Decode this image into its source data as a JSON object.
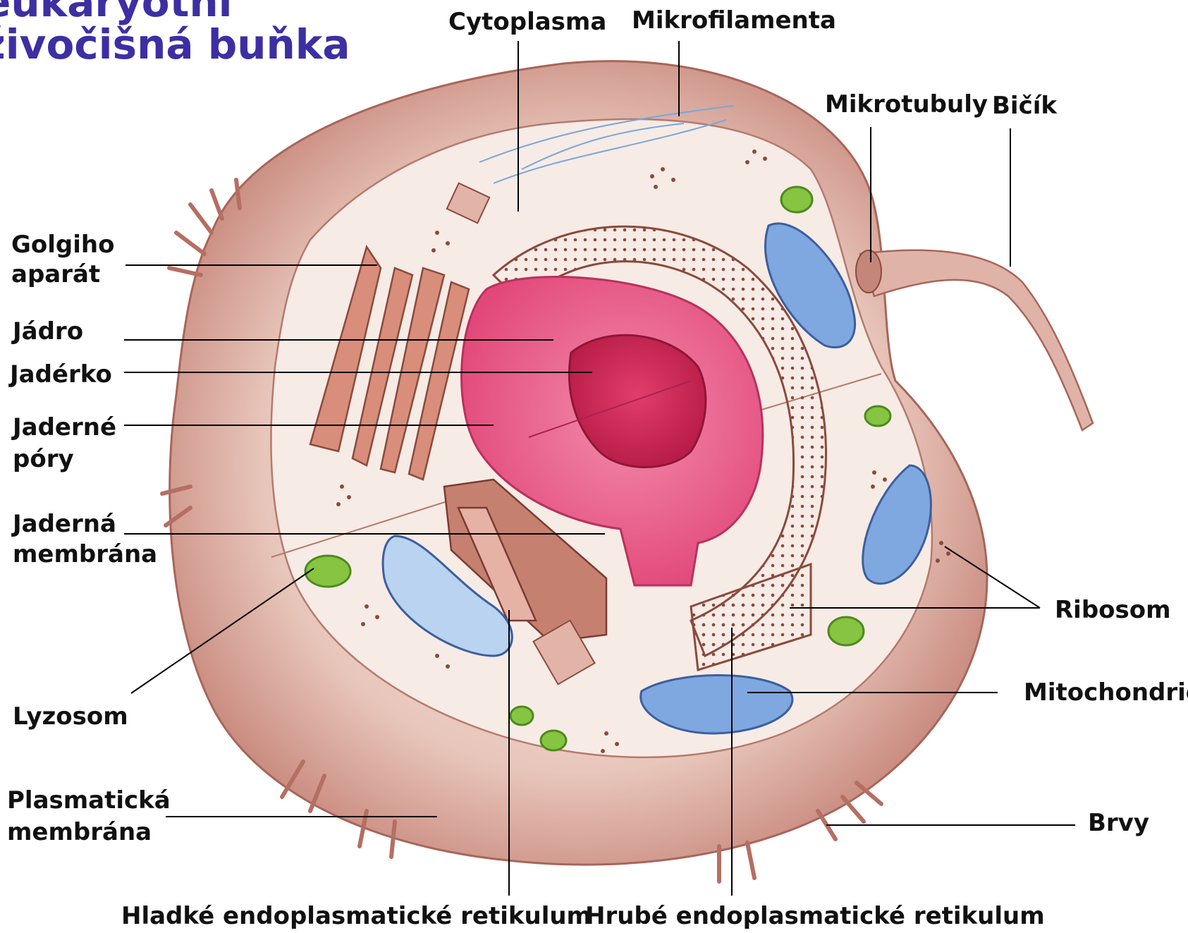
{
  "title": {
    "line1": "eukaryotní",
    "line2": "živočišná buňka"
  },
  "labels": {
    "cytoplasma": "Cytoplasma",
    "mikrofilamenta": "Mikrofilamenta",
    "mikrotubuly": "Mikrotubuly",
    "bicik": "Bičík",
    "golgi_1": "Golgiho",
    "golgi_2": "aparát",
    "jadro": "Jádro",
    "jaderko": "Jadérko",
    "jaderne_pory_1": "Jaderné",
    "jaderne_pory_2": "póry",
    "jaderna_membrana_1": "Jaderná",
    "jaderna_membrana_2": "membrána",
    "lyzosom": "Lyzosom",
    "plasmaticka_1": "Plasmatická",
    "plasmaticka_2": "membrána",
    "ribosom": "Ribosom",
    "mitochondrie": "Mitochondrie",
    "brvy": "Brvy",
    "hladke_er": "Hladké endoplasmatické retikulum",
    "hrube_er": "Hrubé endoplasmatické retikulum"
  },
  "colors": {
    "title": "#3d2fa3",
    "cell_outer": "#c98a7e",
    "cell_fill": "#f1dcd4",
    "cytoplasm": "#f7ebe6",
    "nucleus": "#e2477a",
    "nucleolus": "#c81e4e",
    "mitochondria": "#7fa7e0",
    "lysosome": "#86c441",
    "er": "#a96b5c",
    "leader_line": "#000000"
  }
}
